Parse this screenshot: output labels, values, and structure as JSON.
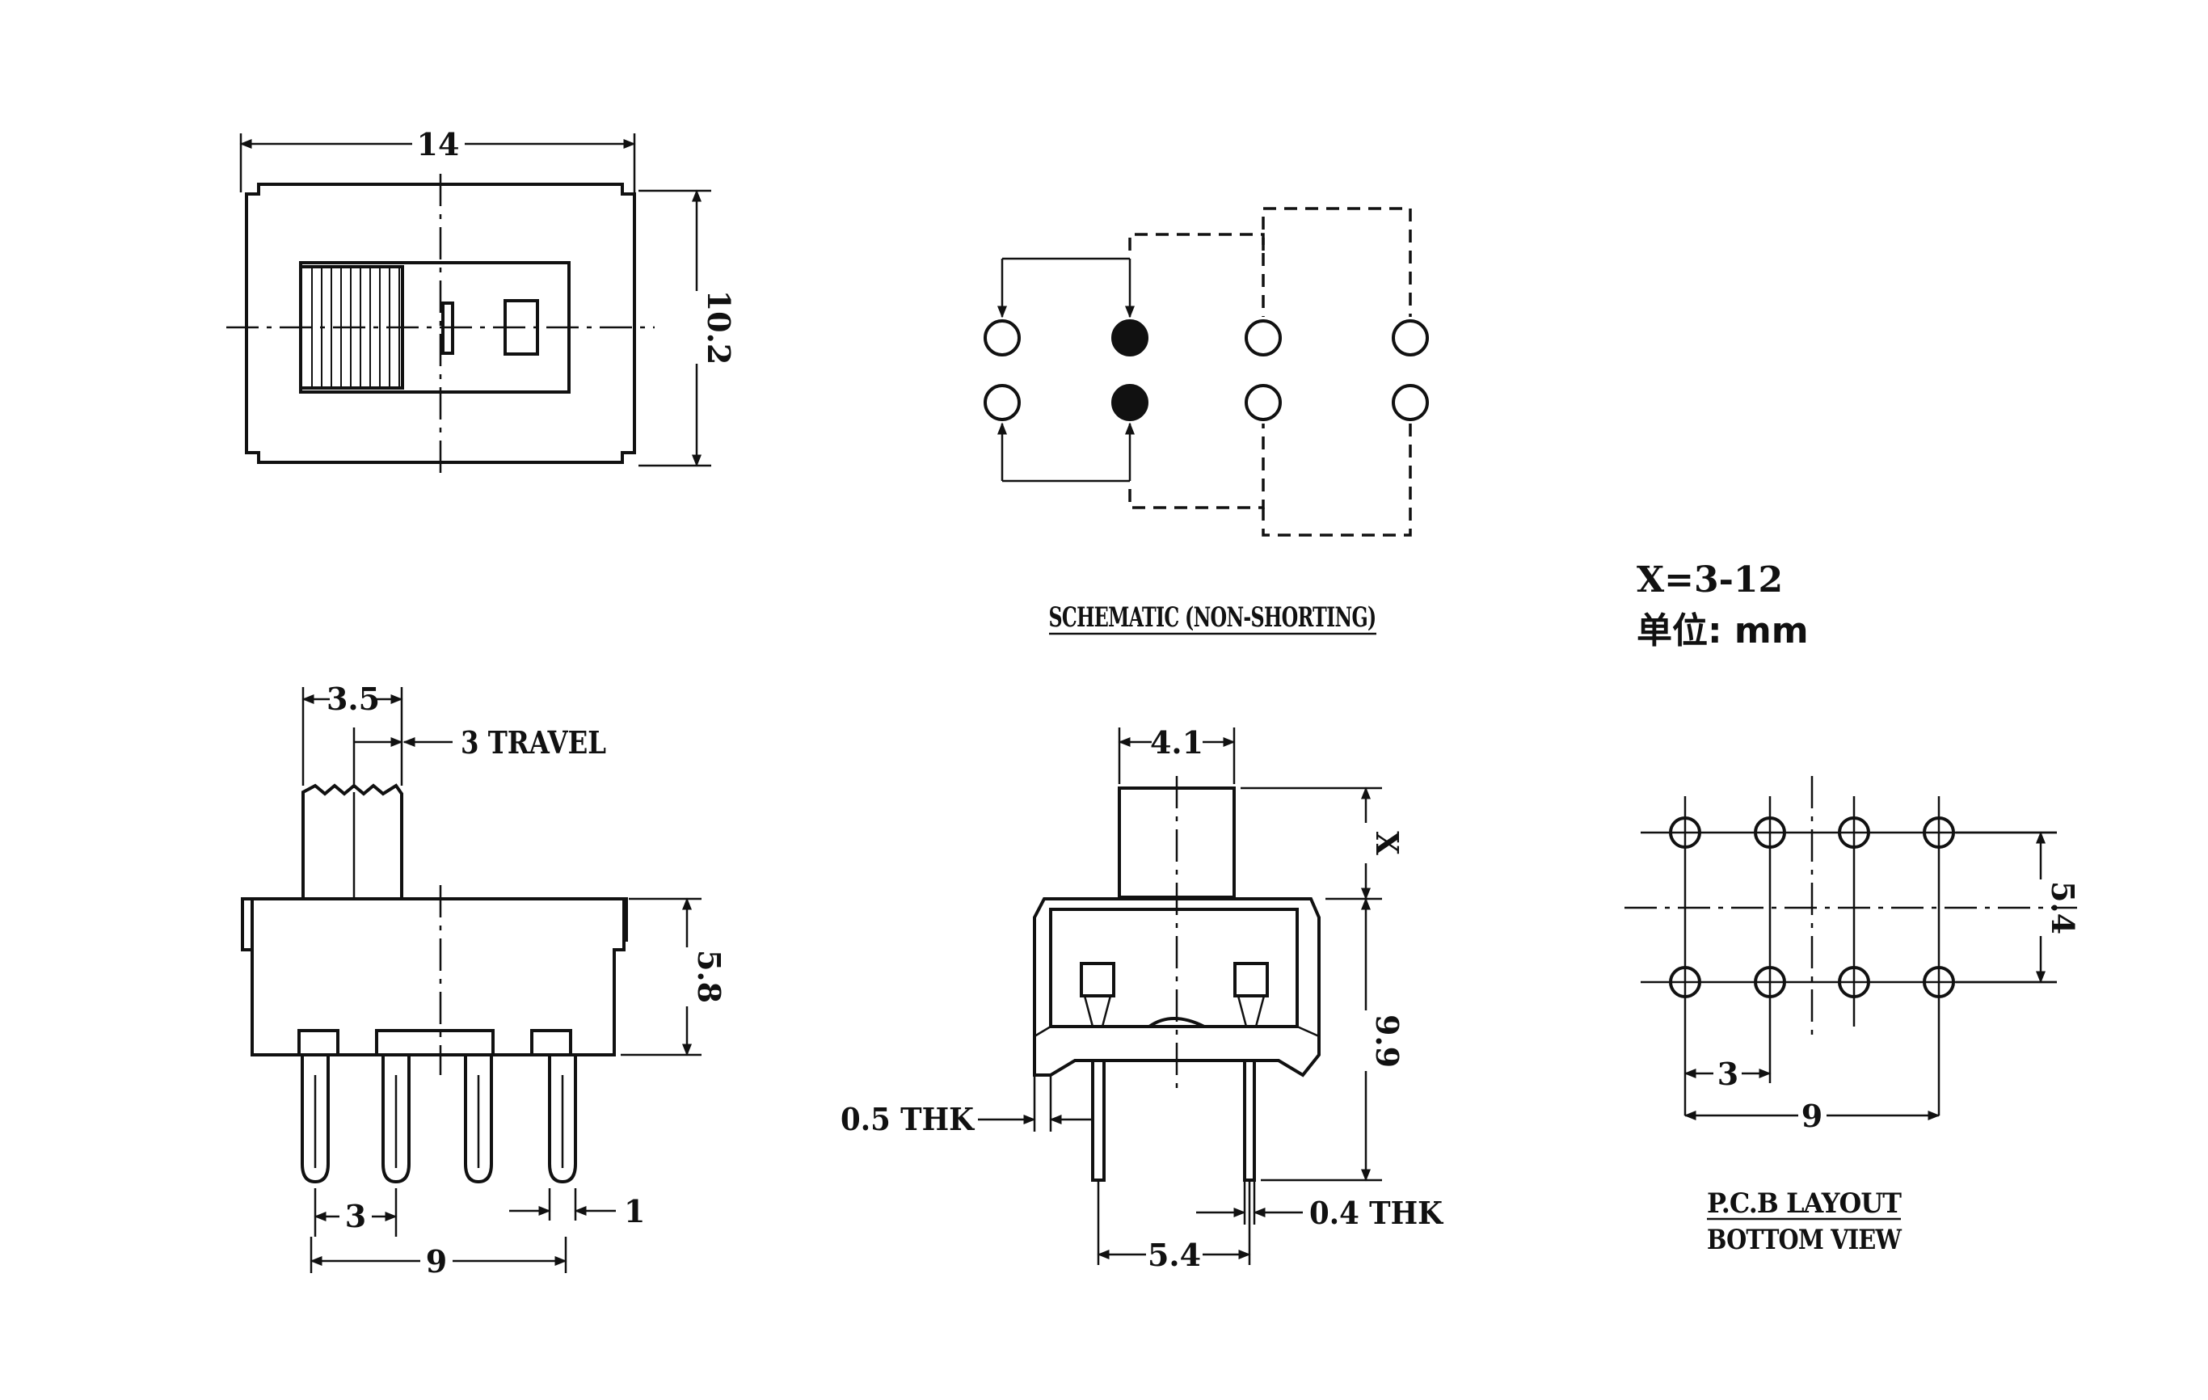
{
  "top_view": {
    "width": "14",
    "height": "10.2"
  },
  "schematic": {
    "caption": "SCHEMATIC (NON-SHORTING)"
  },
  "notes": {
    "x_range": "X=3-12",
    "unit": "单位: mm"
  },
  "side_view": {
    "actuator": "3.5",
    "travel": "3 TRAVEL",
    "body_height": "5.8",
    "pitch": "3",
    "pin_width": "1",
    "span": "9"
  },
  "end_view": {
    "actuator_width": "4.1",
    "actuator_height": "X",
    "total_height": "9.9",
    "frame_thk": "0.5 THK",
    "pin_thk": "0.4 THK",
    "pin_span": "5.4"
  },
  "pcb": {
    "row_spacing": "5.4",
    "pitch": "3",
    "span": "9",
    "caption_1": "P.C.B LAYOUT",
    "caption_2": "BOTTOM VIEW"
  },
  "colors": {
    "ink": "#111111",
    "background": "#ffffff"
  }
}
